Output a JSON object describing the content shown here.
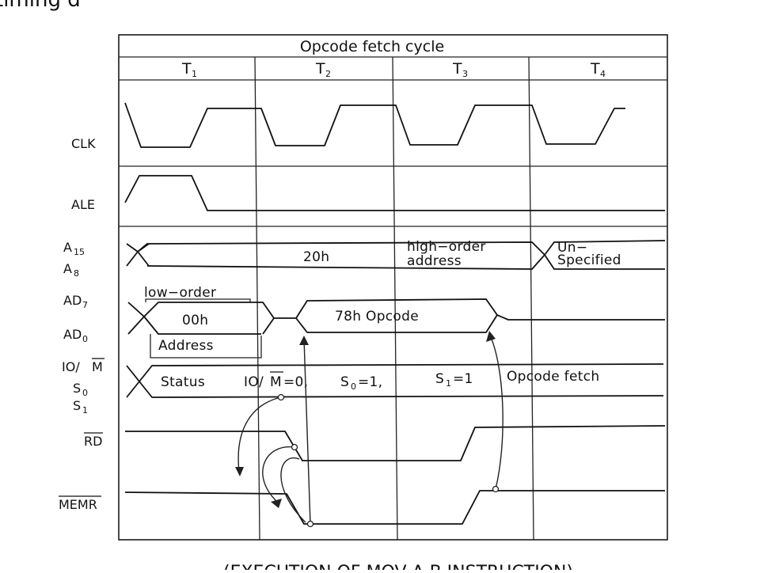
{
  "page_heading_fragment": "timing d",
  "diagram": {
    "title": "Opcode fetch cycle",
    "states": [
      "T",
      "T",
      "T",
      "T"
    ],
    "state_subscripts": [
      "1",
      "2",
      "3",
      "4"
    ],
    "signals": {
      "clk": "CLK",
      "ale": "ALE",
      "a15": {
        "base": "A",
        "sub": "15"
      },
      "a8": {
        "base": "A",
        "sub": "8"
      },
      "ad7": {
        "base": "AD",
        "sub": "7"
      },
      "ad0": {
        "base": "AD",
        "sub": "0"
      },
      "io_m": {
        "prefix": "IO/",
        "bar": "M"
      },
      "s0": {
        "base": "S",
        "sub": "0"
      },
      "s1": {
        "base": "S",
        "sub": "1"
      },
      "rd": "RD",
      "memr": "MEMR"
    },
    "bus_labels": {
      "a_t2": "20h",
      "a_t3_line1": "high−order",
      "a_t3_line2": "address",
      "a_t4_line1": "Un−",
      "a_t4_line2": "Specified",
      "ad_low_order": "low−order",
      "ad_00h": "00h",
      "ad_address": "Address",
      "ad_opcode": "78h Opcode"
    },
    "status_line": {
      "status": "Status",
      "io_prefix": "IO/",
      "io_bar": "M",
      "eq0": "=0,",
      "s0_base": "S",
      "s0_sub": "0",
      "s0_val": "=1,",
      "s1_base": "S",
      "s1_sub": "1",
      "s1_val": "=1",
      "fetch": "Opcode fetch"
    },
    "caption_fragment": "(EXECUTION OF MOV A,B INSTRUCTION)"
  }
}
